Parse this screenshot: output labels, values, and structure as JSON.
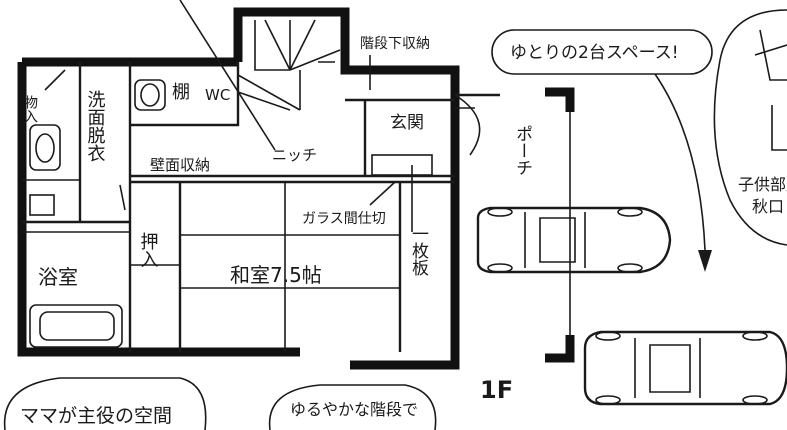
{
  "rooms": {
    "storage_small": "物入",
    "washroom": "洗面脱衣",
    "shelf": "棚",
    "wc": "WC",
    "niche": "ニッチ",
    "entrance": "玄関",
    "porch": "ポーチ",
    "wall_storage": "壁面収納",
    "oshiire": "押入",
    "washitsu": "和室7.5帖",
    "bath": "浴室",
    "ichimai_ita": "一枚板",
    "glass_partition": "ガラス間仕切",
    "stair_storage": "階段下収納",
    "floor_label": "1F"
  },
  "notes": {
    "parking": "ゆとりの2台スペース!",
    "mama_space": "ママが主役の空間",
    "stairs_note": "ゆるやかな階段で",
    "kids_room_partial": "子供部屋",
    "kids_room_partial2": "秋口"
  }
}
